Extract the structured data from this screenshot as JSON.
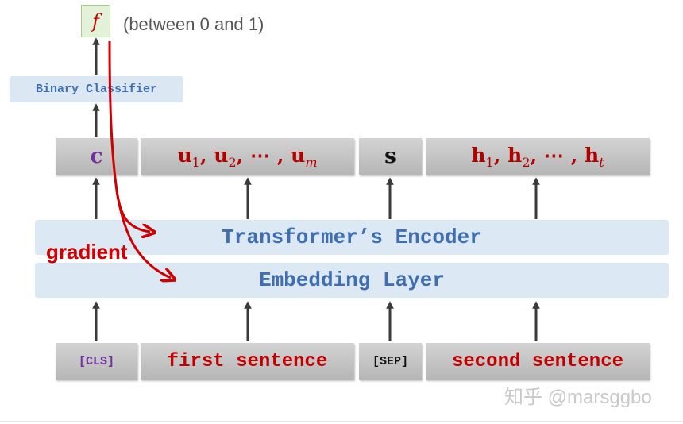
{
  "output": {
    "symbol": "f",
    "note": "(between 0 and 1)"
  },
  "classifier": {
    "label": "Binary Classifier"
  },
  "outputs": {
    "c": "c",
    "u_seq": "u1, u2, ⋯ , um",
    "s": "s",
    "h_seq": "h1, h2, ⋯ , ht"
  },
  "layers": {
    "encoder": "Transformer’s Encoder",
    "embedding": "Embedding Layer"
  },
  "gradient_label": "gradient",
  "inputs": {
    "cls": "[CLS]",
    "first": "first sentence",
    "sep": "[SEP]",
    "second": "second sentence"
  },
  "watermark": "知乎 @marsggbo",
  "colors": {
    "gradient": "#d10000",
    "layer_text": "#3f6fb0",
    "output_text": "#b00000",
    "cls_token": "#7030a0"
  }
}
